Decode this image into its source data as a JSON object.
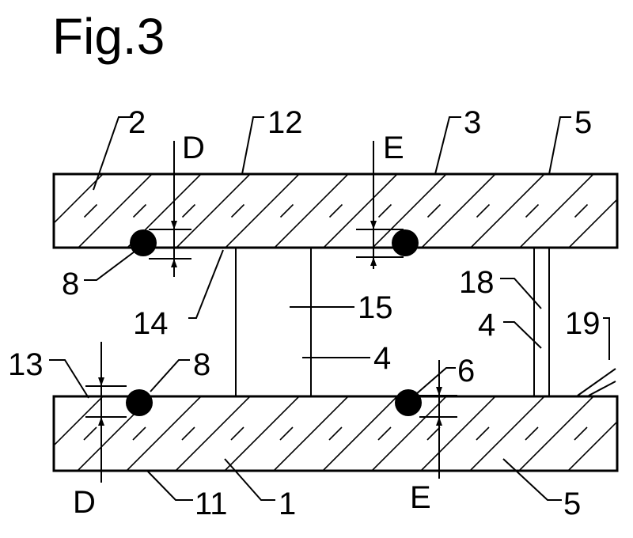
{
  "figure": {
    "title": "Fig.3",
    "labels": {
      "l2": "2",
      "l12": "12",
      "l3": "3",
      "l5_top": "5",
      "l_D_top": "D",
      "l_E_top": "E",
      "l8_left": "8",
      "l14": "14",
      "l15": "15",
      "l4_mid": "4",
      "l18": "18",
      "l4_right": "4",
      "l19": "19",
      "l13": "13",
      "l8_lower": "8",
      "l6": "6",
      "l_D_bottom": "D",
      "l11": "11",
      "l1": "1",
      "l_E_bottom": "E",
      "l5_bottom": "5"
    },
    "colors": {
      "line": "#000000",
      "background": "#ffffff"
    }
  }
}
